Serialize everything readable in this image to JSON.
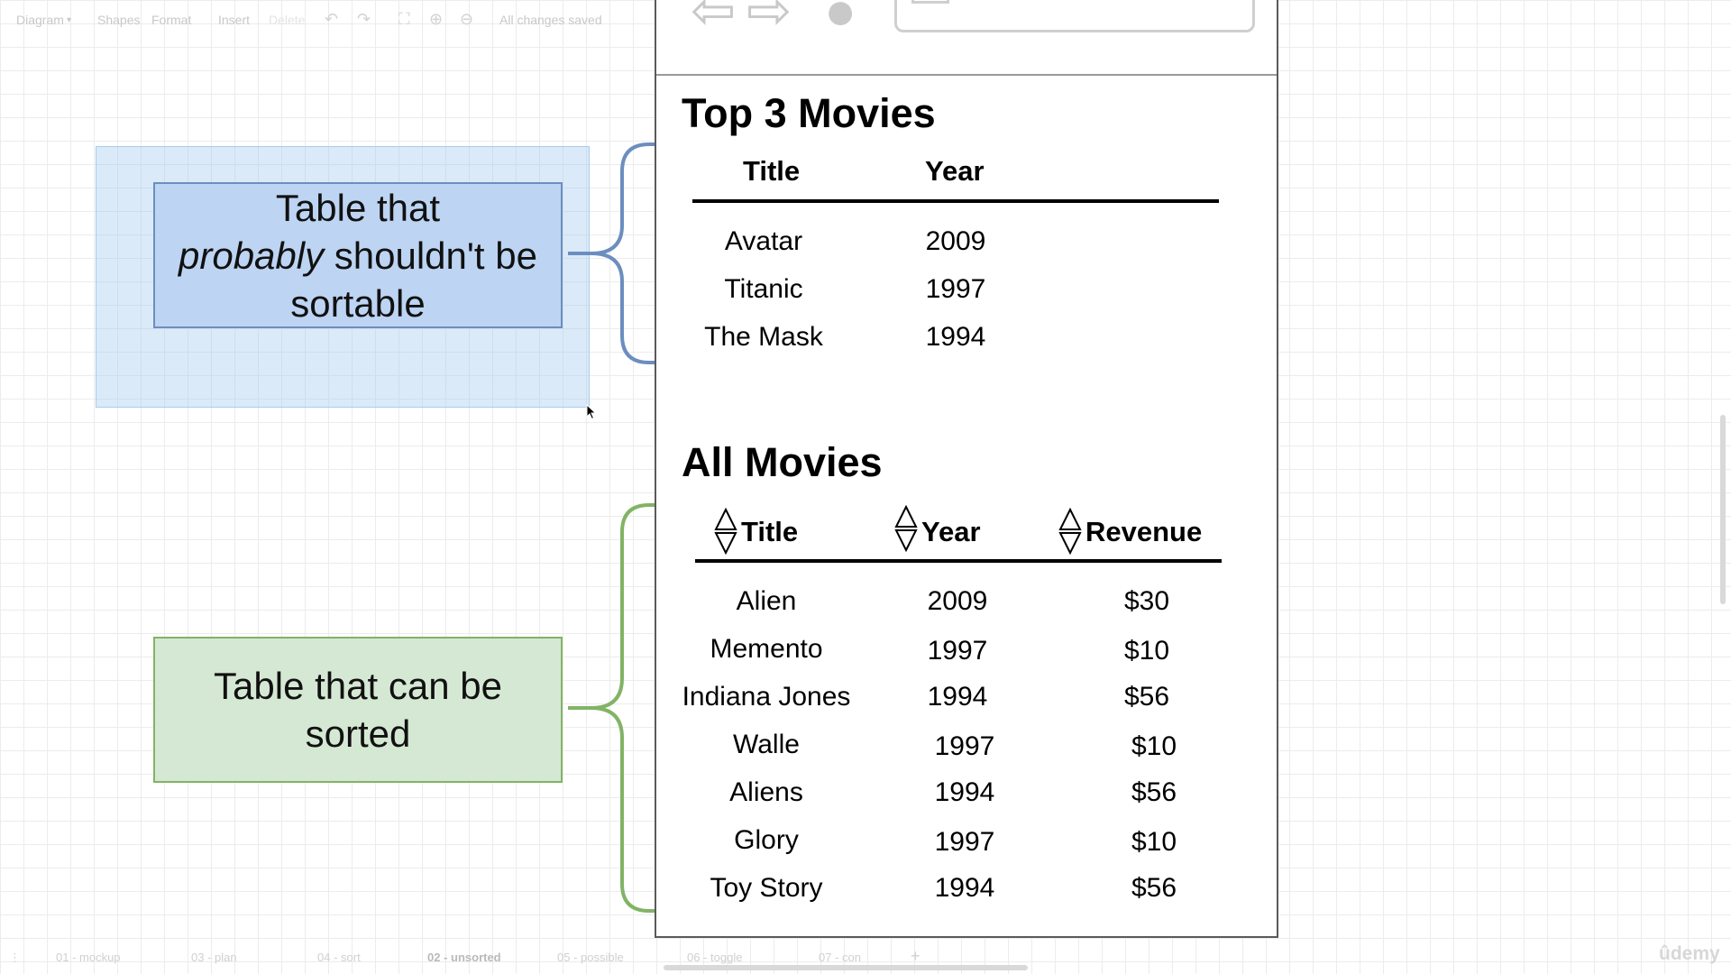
{
  "toolbar": {
    "menus": [
      "Diagram",
      "Shapes",
      "Format",
      "Insert",
      "Delete"
    ],
    "status": "All changes saved"
  },
  "notes": {
    "blue": {
      "line1": "Table that",
      "emph": "probably",
      "rest": " shouldn't be",
      "line3": "sortable"
    },
    "green": {
      "line1": "Table that can be",
      "line2": "sorted"
    }
  },
  "top_table": {
    "title": "Top 3 Movies",
    "headers": [
      "Title",
      "Year"
    ],
    "rows": [
      [
        "Avatar",
        "2009"
      ],
      [
        "Titanic",
        "1997"
      ],
      [
        "The Mask",
        "1994"
      ]
    ]
  },
  "all_table": {
    "title": "All Movies",
    "headers": [
      "Title",
      "Year",
      "Revenue"
    ],
    "rows": [
      [
        "Alien",
        "2009",
        "$30"
      ],
      [
        "Memento",
        "1997",
        "$10"
      ],
      [
        "Indiana Jones",
        "1994",
        "$56"
      ],
      [
        "Walle",
        "1997",
        "$10"
      ],
      [
        "Aliens",
        "1994",
        "$56"
      ],
      [
        "Glory",
        "1997",
        "$10"
      ],
      [
        "Toy Story",
        "1994",
        "$56"
      ]
    ]
  },
  "tabs": [
    "01 - mockup",
    "03 - plan",
    "04 - sort",
    "02 - unsorted",
    "05 - possible",
    "06 - toggle",
    "07 - con"
  ],
  "active_tab": "02 - unsorted",
  "brand": "ûdemy",
  "colors": {
    "blue_fill": "#bdd4f3",
    "blue_stroke": "#6c8ebf",
    "green_fill": "#d5e8d4",
    "green_stroke": "#82b366"
  }
}
